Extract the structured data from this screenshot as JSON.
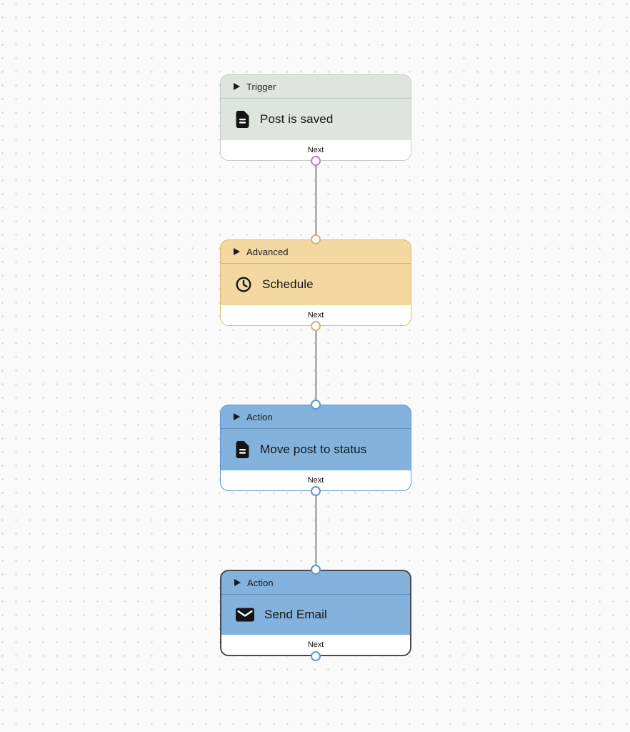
{
  "canvas": {
    "background_color": "#fafafa",
    "dot_color": "#d4d4d8",
    "edge_color": "#b2b2b8"
  },
  "nodes": [
    {
      "type_label": "Trigger",
      "title": "Post is saved",
      "icon": "document-icon",
      "footer_label": "Next",
      "selected": false,
      "handles": {
        "top": false,
        "bottom": true
      },
      "colors": {
        "fill": "#dfe4df",
        "border": "#c6cdc6",
        "divider": "#c3cac3",
        "handle": "#b286c2"
      }
    },
    {
      "type_label": "Advanced",
      "title": "Schedule",
      "icon": "clock-icon",
      "footer_label": "Next",
      "selected": false,
      "handles": {
        "top": true,
        "bottom": true
      },
      "colors": {
        "fill": "#f3d8a2",
        "border": "#ddb976",
        "divider": "#d9b372",
        "handle": "#d8b172"
      }
    },
    {
      "type_label": "Action",
      "title": "Move post to status",
      "icon": "document-icon",
      "footer_label": "Next",
      "selected": false,
      "handles": {
        "top": true,
        "bottom": true
      },
      "colors": {
        "fill": "#83b3dc",
        "border": "#5e95c8",
        "divider": "#6191bd",
        "handle": "#5e98cf"
      }
    },
    {
      "type_label": "Action",
      "title": "Send Email",
      "icon": "envelope-icon",
      "footer_label": "Next",
      "selected": true,
      "handles": {
        "top": true,
        "bottom": true
      },
      "colors": {
        "fill": "#83b3dc",
        "border": "#46494e",
        "divider": "#6191bd",
        "handle": "#5e98cf"
      }
    }
  ],
  "edges": [
    {
      "from": 0,
      "to": 1
    },
    {
      "from": 1,
      "to": 2
    },
    {
      "from": 2,
      "to": 3
    }
  ]
}
